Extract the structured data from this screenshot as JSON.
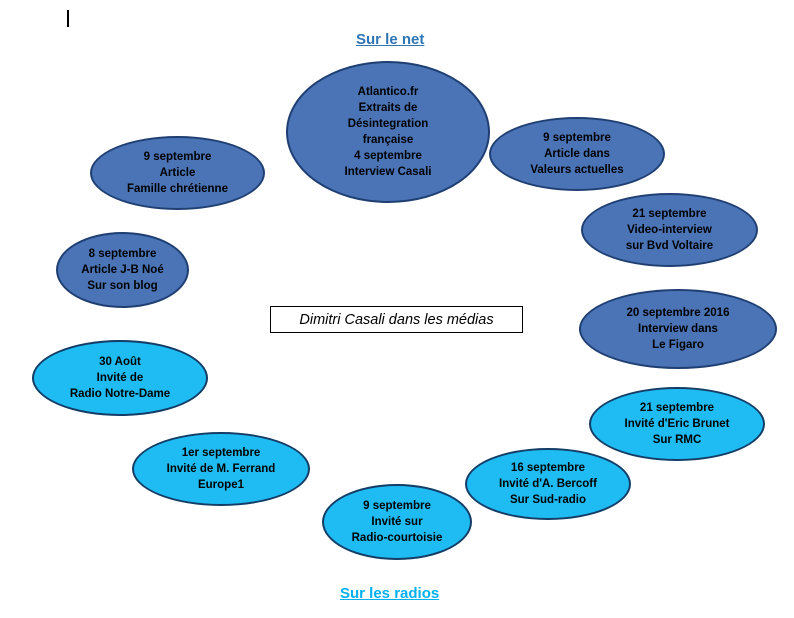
{
  "headings": {
    "net": "Sur le net",
    "radio": "Sur les radios"
  },
  "center_title": "Dimitri Casali dans les médias",
  "colors": {
    "net_fill": "#4a74b6",
    "radio_fill": "#1ebcf2",
    "net_heading": "#2e75b6",
    "radio_heading": "#00b0f0"
  },
  "net_items": [
    {
      "lines": [
        "Atlantico.fr",
        "Extraits de",
        "Désintegration",
        "française",
        "4 septembre",
        "Interview Casali"
      ]
    },
    {
      "lines": [
        "9 septembre",
        "Article dans",
        "Valeurs actuelles"
      ]
    },
    {
      "lines": [
        "21 septembre",
        "Video-interview",
        "sur Bvd Voltaire"
      ]
    },
    {
      "lines": [
        "20 septembre 2016",
        "Interview dans",
        "Le Figaro"
      ]
    },
    {
      "lines": [
        "9 septembre",
        "Article",
        "Famille chrétienne"
      ]
    },
    {
      "lines": [
        "8 septembre",
        "Article J-B Noé",
        "Sur son blog"
      ]
    }
  ],
  "radio_items": [
    {
      "lines": [
        "30 Août",
        "Invité de",
        "Radio Notre-Dame"
      ]
    },
    {
      "lines": [
        "1er septembre",
        "Invité de M. Ferrand",
        "Europe1"
      ]
    },
    {
      "lines": [
        "9 septembre",
        "Invité sur",
        "Radio-courtoisie"
      ]
    },
    {
      "lines": [
        "16 septembre",
        "Invité d'A. Bercoff",
        "Sur Sud-radio"
      ]
    },
    {
      "lines": [
        "21 septembre",
        "Invité d'Eric Brunet",
        "Sur RMC"
      ]
    }
  ]
}
